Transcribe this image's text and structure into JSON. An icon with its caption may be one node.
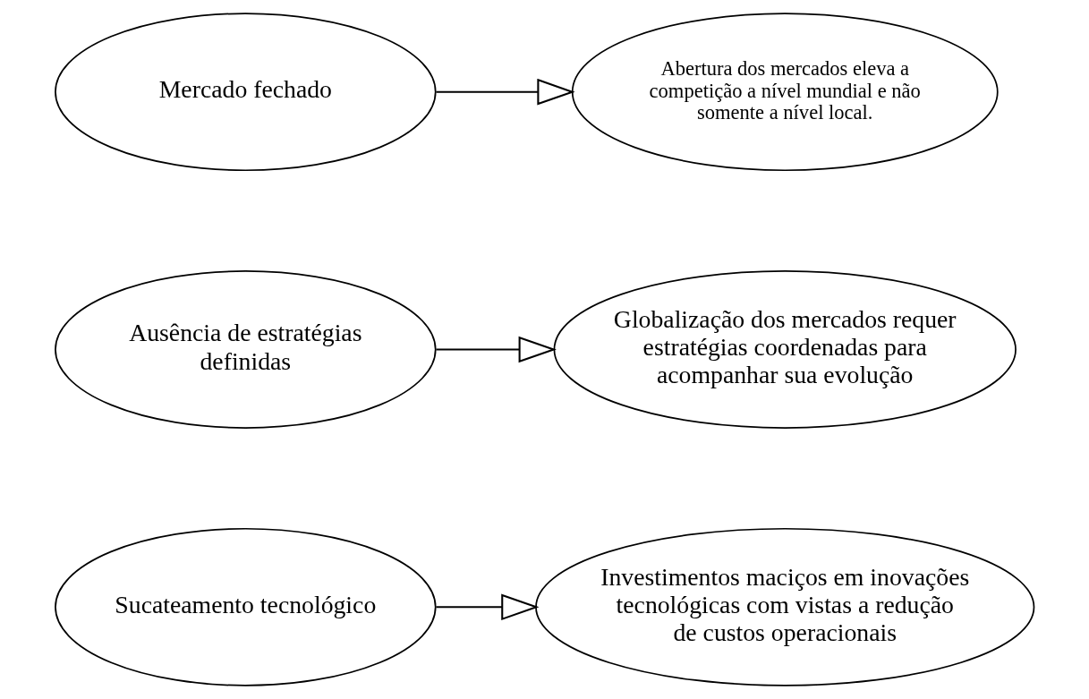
{
  "diagram": {
    "nodes": [
      {
        "text": [
          "Sucateamento tecnológico"
        ]
      },
      {
        "text": [
          "Investimentos maciços em inovações tecnológicas com vistas a redução de custos operacionais"
        ]
      },
      {
        "text": [
          "Ausência de estratégias definidas"
        ]
      },
      {
        "text": [
          "Globalização dos mercados requer estratégias coordenadas para acompanhar sua evolução"
        ]
      },
      {
        "text": [
          "Mercado fechado"
        ]
      },
      {
        "text": [
          "Abertura dos mercados eleva a competição a nível mundial e não somente a nível local."
        ]
      }
    ],
    "edges": [
      {
        "from": 0,
        "to": 1,
        "arrow": "to"
      },
      {
        "from": 2,
        "to": 3,
        "arrow": "to"
      },
      {
        "from": 4,
        "to": 5,
        "arrow": "to"
      }
    ]
  }
}
